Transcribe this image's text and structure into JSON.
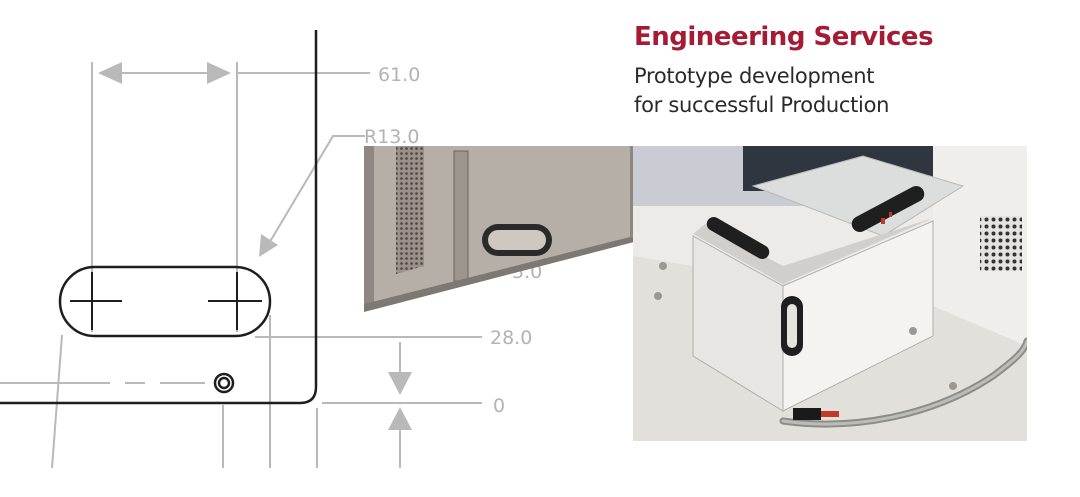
{
  "header": {
    "title": "Engineering Services",
    "subtitle_line1": "Prototype development",
    "subtitle_line2": "for successful Production"
  },
  "drawing": {
    "dim_width": "61.0",
    "dim_radius": "R13.0",
    "dim_offset": "28.0",
    "dim_zero": "0",
    "dim_partial": "5.0"
  },
  "colors": {
    "accent": "#a51b34",
    "dimension": "#b3b3b3",
    "outline": "#1e1e1e"
  }
}
